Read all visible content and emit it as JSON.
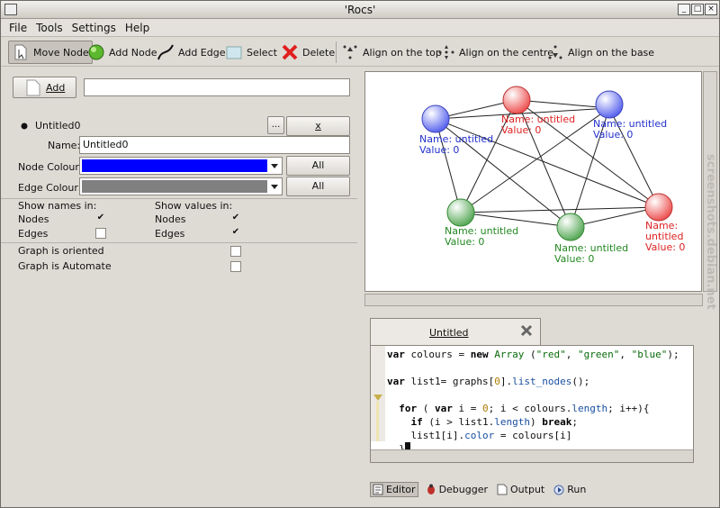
{
  "window": {
    "title": "'Rocs'"
  },
  "menu": [
    "File",
    "Tools",
    "Settings",
    "Help"
  ],
  "toolbar": {
    "move_node": "Move Node",
    "add_node": "Add Node",
    "add_edge": "Add Edge",
    "select": "Select",
    "delete": "Delete",
    "align_top": "Align on the top",
    "align_centre": "Align on the centre",
    "align_base": "Align on the base"
  },
  "panel": {
    "add_button": "Add",
    "add_input_value": "",
    "graph_name_radio": "Untitled0",
    "more_button": "...",
    "remove_button": "x",
    "name_label": "Name:",
    "name_value": "Untitled0",
    "node_colour_label": "Node Colour:",
    "node_colour": "#0000ff",
    "edge_colour_label": "Edge Colour:",
    "edge_colour": "#808080",
    "all_button": "All",
    "show_names_label": "Show names in:",
    "show_values_label": "Show values in:",
    "nodes_label": "Nodes",
    "edges_label": "Edges",
    "names_nodes": "✔",
    "names_edges": "",
    "values_nodes": "✔",
    "values_edges": "✔",
    "oriented_label": "Graph is oriented",
    "automate_label": "Graph is Automate"
  },
  "graph": {
    "nodes": [
      {
        "name": "Name: untitled",
        "value": "Value: 0",
        "color": "#3333dd",
        "fill": "#aab3ff"
      },
      {
        "name": "Name: untitled",
        "value": "Value: 0",
        "color": "#dd2222",
        "fill": "#ffb0b0"
      },
      {
        "name": "Name: untitled",
        "value": "Value: 0",
        "color": "#3333dd",
        "fill": "#aab3ff"
      },
      {
        "name": "Name: untitled",
        "value": "Value: 0",
        "color": "#228822",
        "fill": "#aee0ae"
      },
      {
        "name": "Name: untitled",
        "value": "Value: 0",
        "color": "#228822",
        "fill": "#aee0ae"
      },
      {
        "name": "Name: untitled",
        "value": "Value: 0",
        "color": "#dd2222",
        "fill": "#ffb0b0"
      }
    ]
  },
  "editor": {
    "tab_label": "Untitled",
    "code_lines": [
      "var colours = new Array (\"red\", \"green\", \"blue\");",
      "",
      "var list1= graphs[0].list_nodes();",
      "",
      "  for ( var i = 0; i < colours.length; i++){",
      "    if (i > list1.length) break;",
      "    list1[i].color = colours[i]",
      "  }"
    ]
  },
  "bottom_tabs": {
    "editor": "Editor",
    "debugger": "Debugger",
    "output": "Output",
    "run": "Run"
  },
  "watermark": "screenshots.debian.net"
}
